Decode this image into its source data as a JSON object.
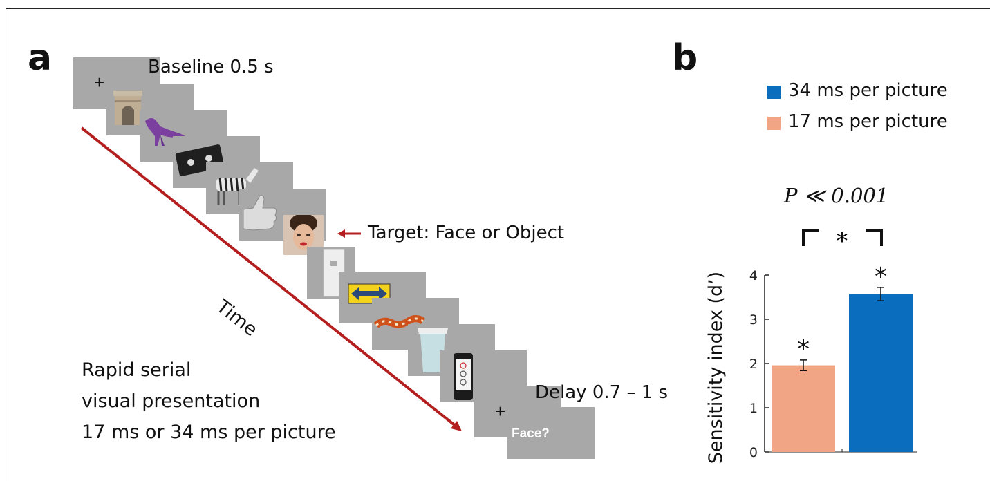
{
  "panel_a": {
    "letter": "a",
    "baseline_label": "Baseline 0.5 s",
    "target_label": "Target: Face or Object",
    "time_label": "Time",
    "delay_label": "Delay 0.7 – 1 s",
    "fixation_symbol": "+",
    "question_label": "Face?",
    "caption_lines": [
      "Rapid serial",
      "visual presentation",
      "17 ms or 34 ms per picture"
    ],
    "stimuli": [
      "triumphal-arch",
      "purple-dinosaur",
      "cassette-tape",
      "zebra",
      "thumbs-up-hand",
      "woman-face",
      "door",
      "arrow-sign",
      "snake",
      "coffee-cup",
      "mobile-phone"
    ],
    "colors": {
      "frame_gray": "#a8a8a8",
      "arrow_red": "#b41e1e"
    }
  },
  "panel_b": {
    "letter": "b",
    "legend": [
      {
        "label": "34 ms per picture",
        "color": "#0b6dbd"
      },
      {
        "label": "17 ms per picture",
        "color": "#f2a585"
      }
    ],
    "p_value_label": "P ≪ 0.001",
    "significance_marker": "*",
    "chart_data": {
      "type": "bar",
      "categories": [
        "17 ms per picture",
        "34 ms per picture"
      ],
      "series": [
        {
          "values": [
            1.96,
            3.57
          ],
          "errors": [
            0.12,
            0.15
          ],
          "colors": [
            "#f2a585",
            "#0b6dbd"
          ]
        }
      ],
      "ylabel": "Sensitivity index (d’)",
      "ylim": [
        0,
        4
      ],
      "yticks": [
        "0",
        "1",
        "2",
        "3",
        "4"
      ],
      "bar_annotations": [
        "*",
        "*"
      ],
      "grid": false
    }
  }
}
